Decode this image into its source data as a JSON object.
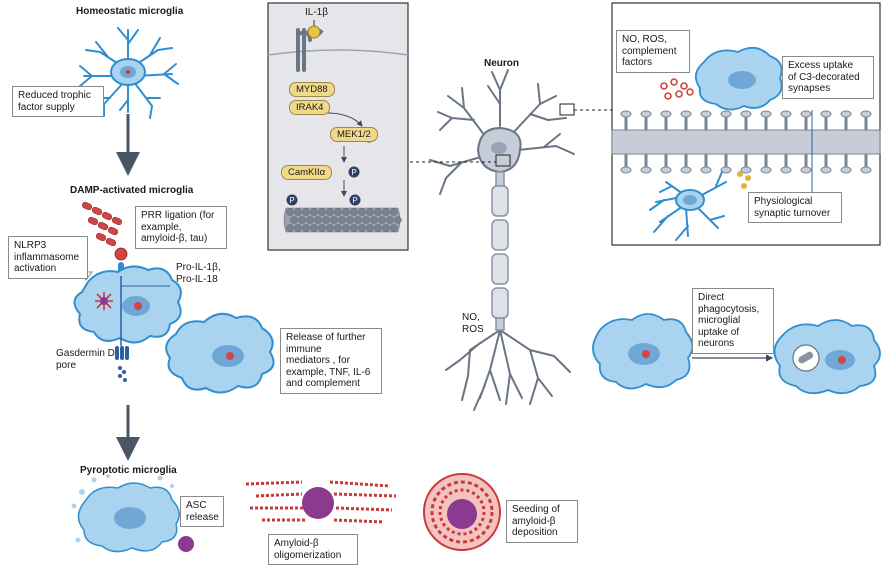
{
  "labels": {
    "homeostatic_title": "Homeostatic microglia",
    "reduced_trophic": "Reduced trophic\nfactor supply",
    "damp_title": "DAMP-activated microglia",
    "prr_ligation": "PRR ligation (for\nexample,\namyloid-β, tau)",
    "nlrp3": "NLRP3\ninflammasome\nactivation",
    "pro_il": "Pro-IL-1β,\nPro-IL-18",
    "gasdermin": "Gasdermin D\npore",
    "release_further": "Release of further\nimmune\nmediators , for\nexample, TNF, IL-6\nand complement",
    "pyroptotic_title": "Pyroptotic microglia",
    "asc_release": "ASC\nrelease",
    "amyloid_oligo": "Amyloid-β\noligomerization",
    "seeding": "Seeding of\namyloid-β\ndeposition",
    "il1b": "IL-1β",
    "myd88": "MYD88",
    "irak4": "IRAK4",
    "mek12": "MEK1/2",
    "camkii": "CamKIIα",
    "p": "P",
    "neuron": "Neuron",
    "no_ros_neuron": "NO,\nROS",
    "no_ros_complement": "NO, ROS,\ncomplement\nfactors",
    "excess_uptake": "Excess uptake\nof C3-decorated\nsynapses",
    "physiological": "Physiological\nsynaptic turnover",
    "direct_phago": "Direct\nphagocytosis,\nmicroglial\nuptake of\nneurons"
  },
  "colors": {
    "microglia_fill": "#a9d3ee",
    "microglia_outline": "#2f8fd0",
    "nucleus": "#6fa8d6",
    "inset_bg": "#e6e6ea",
    "neuron_fill": "#c6cdd8",
    "neuron_outline": "#6a7585",
    "amyloid_red": "#c83a3a",
    "purple": "#8b3a8f",
    "pill_yellow": "#f1d98a"
  }
}
